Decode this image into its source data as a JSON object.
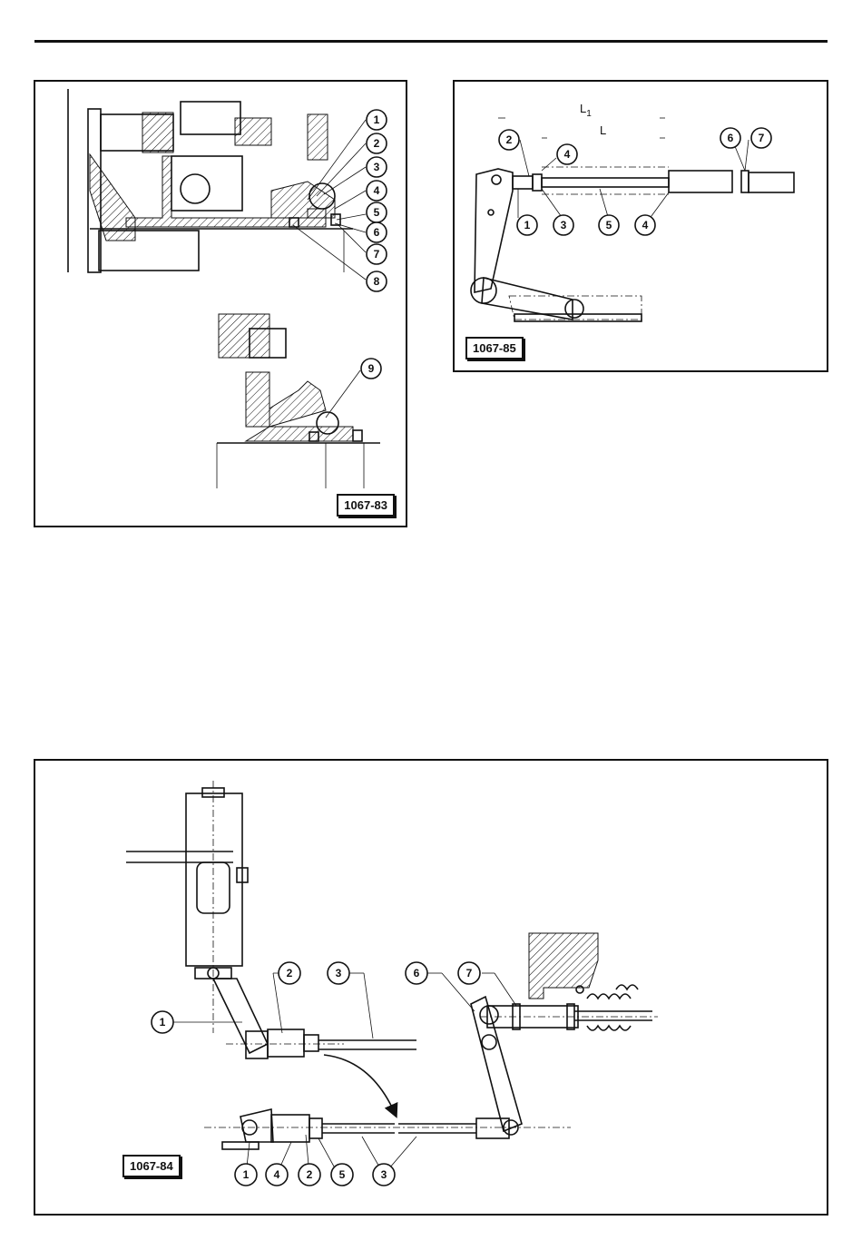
{
  "figures": {
    "fig_1067_83": {
      "id": "1067-83",
      "callouts": [
        "1",
        "2",
        "3",
        "4",
        "5",
        "6",
        "7",
        "8",
        "9"
      ]
    },
    "fig_1067_85": {
      "id": "1067-85",
      "dimension_L1": "L",
      "dimension_L1_sub": "1",
      "dimension_L": "L",
      "callouts": [
        "2",
        "4",
        "6",
        "7",
        "1",
        "3",
        "5",
        "4"
      ]
    },
    "fig_1067_84": {
      "id": "1067-84",
      "callouts": [
        "1",
        "2",
        "3",
        "6",
        "7",
        "1",
        "4",
        "2",
        "5",
        "3"
      ]
    }
  },
  "colors": {
    "ink": "#111111",
    "paper": "#ffffff"
  }
}
